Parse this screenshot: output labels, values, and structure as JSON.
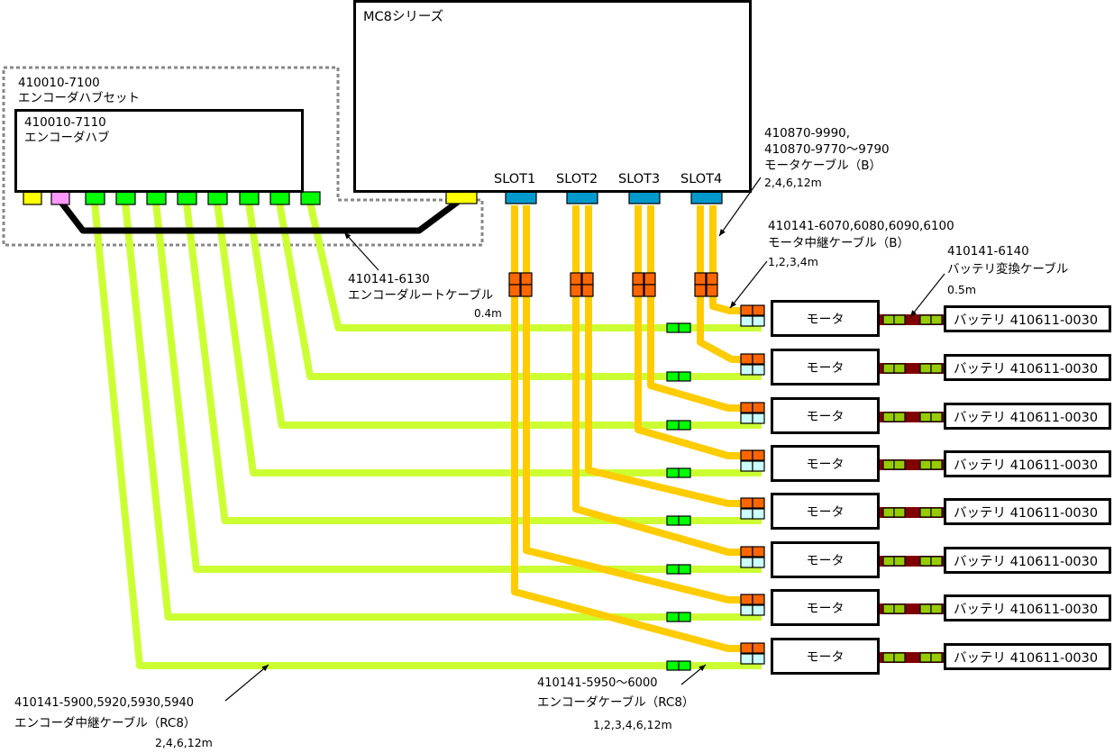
{
  "colors": {
    "hub_set_border": "#888888",
    "port_yellow": "#ffff00",
    "port_pink": "#ff99ff",
    "port_green": "#00ff00",
    "slot_port": "#0099cc",
    "motor_cable": "#ffcc00",
    "encoder_cable": "#ccff33",
    "root_cable": "#000000",
    "relay_connector": "#ff6600",
    "encoder_connector_motor": "#ccffff",
    "battery_cable": "#800000",
    "battery_connector": "#99cc00"
  },
  "controller": {
    "title": "MC8シリーズ",
    "slots": [
      "SLOT1",
      "SLOT2",
      "SLOT3",
      "SLOT4"
    ]
  },
  "hub_set": {
    "part_no": "410010-7100",
    "name": "エンコーダハブセット"
  },
  "hub": {
    "part_no": "410010-7110",
    "name": "エンコーダハブ",
    "port_count": 10
  },
  "labels": {
    "motor_cable": {
      "part_no_1": "410870-9990,",
      "part_no_2": "410870-9770〜9790",
      "name": "モータケーブル（B）",
      "lengths": "2,4,6,12m"
    },
    "motor_relay_cable": {
      "part_no": "410141-6070,6080,6090,6100",
      "name": "モータ中継ケーブル（B）",
      "lengths": "1,2,3,4m"
    },
    "battery_cable": {
      "part_no": "410141-6140",
      "name": "バッテリ変換ケーブル",
      "lengths": "0.5m"
    },
    "root_cable": {
      "part_no": "410141-6130",
      "name": "エンコーダルートケーブル",
      "lengths": "0.4m"
    },
    "encoder_relay_cable": {
      "part_no": "410141-5900,5920,5930,5940",
      "name": "エンコーダ中継ケーブル（RC8）",
      "lengths": "2,4,6,12m"
    },
    "encoder_cable": {
      "part_no": "410141-5950〜6000",
      "name": "エンコーダケーブル（RC8）",
      "lengths": "1,2,3,4,6,12m"
    }
  },
  "axes": [
    {
      "motor": "モータ",
      "battery": "バッテリ 410611-0030"
    },
    {
      "motor": "モータ",
      "battery": "バッテリ 410611-0030"
    },
    {
      "motor": "モータ",
      "battery": "バッテリ 410611-0030"
    },
    {
      "motor": "モータ",
      "battery": "バッテリ 410611-0030"
    },
    {
      "motor": "モータ",
      "battery": "バッテリ 410611-0030"
    },
    {
      "motor": "モータ",
      "battery": "バッテリ 410611-0030"
    },
    {
      "motor": "モータ",
      "battery": "バッテリ 410611-0030"
    },
    {
      "motor": "モータ",
      "battery": "バッテリ 410611-0030"
    }
  ]
}
